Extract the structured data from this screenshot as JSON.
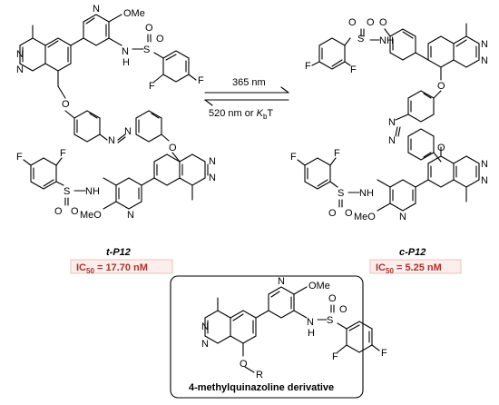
{
  "reaction": {
    "forward_condition": "365 nm",
    "reverse_condition_prefix": "520 nm or ",
    "reverse_condition_k": "K",
    "reverse_condition_sub": "b",
    "reverse_condition_suffix": "T"
  },
  "trans_isomer": {
    "name_prefix": "t",
    "name_suffix": "-P12",
    "ic50_prefix": "IC",
    "ic50_sub": "50",
    "ic50_value": " = 17.70 nM"
  },
  "cis_isomer": {
    "name_prefix": "c",
    "name_suffix": "-P12",
    "ic50_prefix": "IC",
    "ic50_sub": "50",
    "ic50_value": " = 5.25 nM"
  },
  "derivative": {
    "caption": "4-methylquinazoline derivative"
  },
  "atoms": {
    "N": "N",
    "O": "O",
    "S": "S",
    "F": "F",
    "H": "H",
    "NH": "NH",
    "OMe": "OMe",
    "MeO": "MeO",
    "R": "R"
  },
  "colors": {
    "ic50_text": "#b0302a",
    "ic50_box_border": "#e8b4ae",
    "ic50_box_fill": "#fbeeec",
    "box_border": "#000000"
  }
}
